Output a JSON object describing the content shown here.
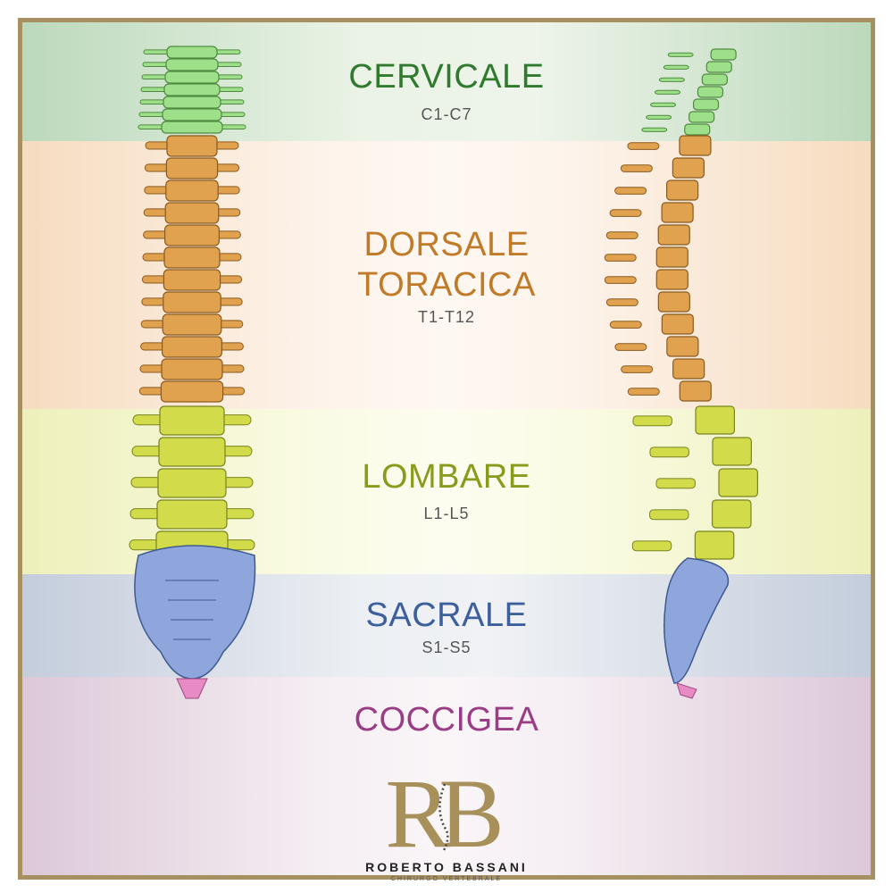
{
  "colors": {
    "cervical": "#2f7a2c",
    "thoracic": "#c07a28",
    "lumbar": "#8a9a1c",
    "sacral": "#3d5f9c",
    "coccyx": "#9a3d86",
    "frame": "#a69060"
  },
  "regions": [
    {
      "name": "CERVICALE",
      "range": "C1-C7"
    },
    {
      "name_line1": "DORSALE",
      "name_line2": "TORACICA",
      "range": "T1-T12"
    },
    {
      "name": "LOMBARE",
      "range": "L1-L5"
    },
    {
      "name": "SACRALE",
      "range": "S1-S5"
    },
    {
      "name": "COCCIGEA"
    }
  ],
  "logo": {
    "monogram_left": "R",
    "monogram_right": "B",
    "name": "ROBERTO BASSANI",
    "subtitle": "CHIRURGO VERTEBRALE"
  }
}
